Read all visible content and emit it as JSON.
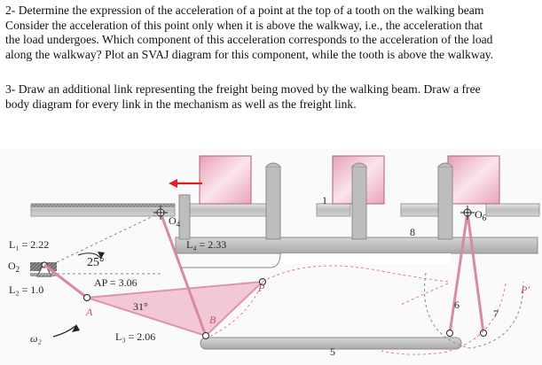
{
  "problem_2": {
    "lines": [
      "2- Determine the expression of the acceleration of a point at the top of a tooth on the walking beam",
      "Consider the acceleration of this point only when it is above the walkway, i.e., the acceleration that",
      "the load undergoes. Which component of this acceleration corresponds to the acceleration of the load",
      "along the walkway? Plot an SVAJ diagram for this component, while the tooth is above the walkway."
    ]
  },
  "problem_3": {
    "lines": [
      "3- Draw an additional link representing the freight being moved by the walking beam. Draw a free",
      "body diagram for every link in the mechanism as well as the freight link."
    ]
  },
  "figure": {
    "labels": {
      "O4": "O",
      "O4_sub": "4",
      "O6": "O",
      "O6_sub": "6",
      "O2": "O",
      "O2_sub": "2",
      "L1": "L₁ = 2.22",
      "L2": "L₂ = 1.0",
      "L3": "L₃ = 2.06",
      "L4": "L₄ = 2.33",
      "AP": "AP = 3.06",
      "angle25": "25°",
      "angle31": "31°",
      "A": "A",
      "B": "B",
      "P": "P",
      "P_prime": "P'",
      "omega2": "ω₂",
      "n1": "1",
      "n5": "5",
      "n6": "6",
      "n7": "7",
      "n8": "8"
    },
    "colors": {
      "link_pink": "#d98aa0",
      "link_fill": "#f2c3d2",
      "beam_gray": "#b9b9b9",
      "arrow_red": "#e21e25",
      "dashed_pink": "#e07a9a"
    }
  }
}
